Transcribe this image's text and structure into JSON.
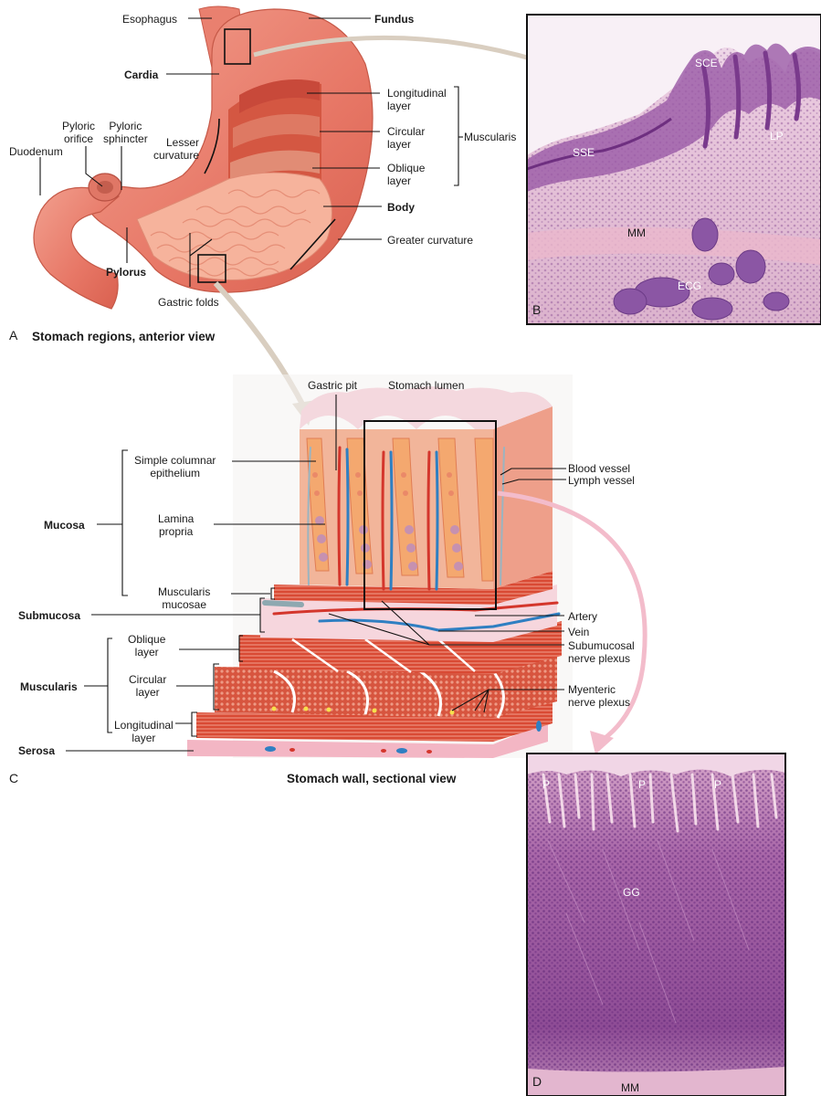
{
  "panelA": {
    "letter": "A",
    "caption": "Stomach regions, anterior view",
    "labels": {
      "esophagus": "Esophagus",
      "fundus": "Fundus",
      "cardia": "Cardia",
      "longitudinal": "Longitudinal\nlayer",
      "circular": "Circular\nlayer",
      "oblique": "Oblique\nlayer",
      "muscularis": "Muscularis",
      "pyloric_orifice": "Pyloric\norifice",
      "pyloric_sphincter": "Pyloric\nsphincter",
      "lesser_curvature": "Lesser\ncurvature",
      "duodenum": "Duodenum",
      "body": "Body",
      "greater_curvature": "Greater curvature",
      "pylorus": "Pylorus",
      "gastric_folds": "Gastric folds"
    }
  },
  "panelB": {
    "letter": "B",
    "labels": {
      "sce": "SCE",
      "sse": "SSE",
      "lp": "LP",
      "mm": "MM",
      "ecg": "ECG"
    }
  },
  "panelC": {
    "letter": "C",
    "caption": "Stomach wall, sectional view",
    "labels": {
      "gastric_pit": "Gastric pit",
      "stomach_lumen": "Stomach lumen",
      "simple_columnar": "Simple columnar\nepithelium",
      "mucosa": "Mucosa",
      "lamina_propria": "Lamina\npropria",
      "muscularis_mucosae": "Muscularis\nmucosae",
      "submucosa": "Submucosa",
      "oblique": "Oblique\nlayer",
      "muscularis": "Muscularis",
      "circular": "Circular\nlayer",
      "longitudinal": "Longitudinal\nlayer",
      "serosa": "Serosa",
      "blood_vessel": "Blood vessel",
      "lymph_vessel": "Lymph vessel",
      "artery": "Artery",
      "vein": "Vein",
      "submucosal_plexus": "Subumucosal\nnerve plexus",
      "myenteric_plexus": "Myenteric\nnerve plexus"
    }
  },
  "panelD": {
    "letter": "D",
    "labels": {
      "p1": "P",
      "p2": "P",
      "p3": "P",
      "gg": "GG",
      "mm": "MM"
    }
  },
  "colors": {
    "stomach_outer": "#e8776a",
    "stomach_inner": "#f4a08c",
    "muscle": "#d9553f",
    "histology_pink": "#e7c2dc",
    "histology_purple": "#8a4f9e",
    "arrow_tan": "#d8cdbf",
    "arrow_pink": "#f3b9c7",
    "vessel_blue": "#2f7fc2",
    "vessel_red": "#d4362c"
  }
}
